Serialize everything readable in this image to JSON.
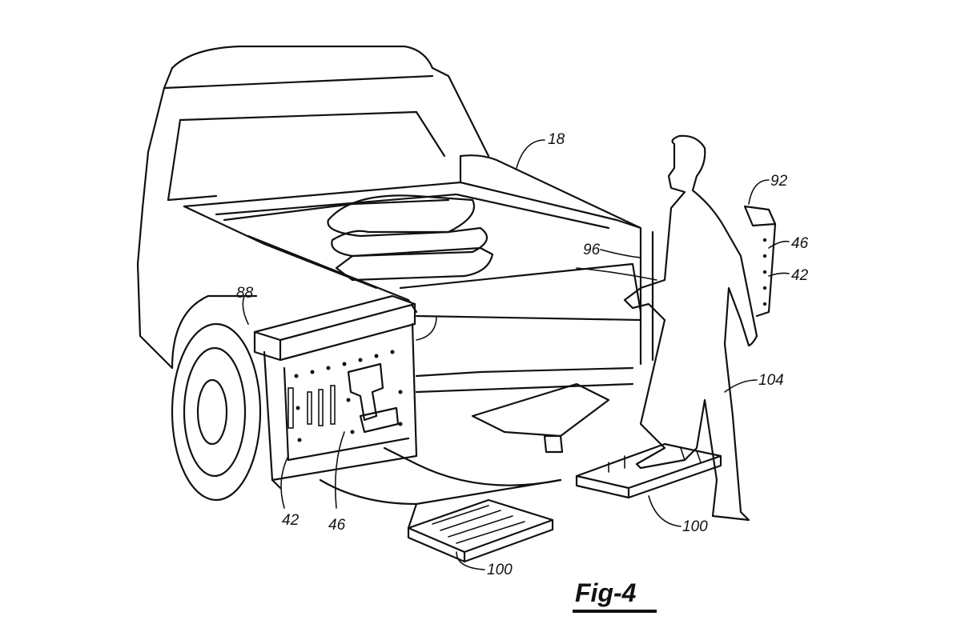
{
  "figure": {
    "title": "Fig-4",
    "subject": "pickup truck bed with swing-out storage panels and deployable steps"
  },
  "reference_labels": [
    {
      "id": "18",
      "text": "18",
      "refers_to": "truck bed side wall"
    },
    {
      "id": "96",
      "text": "96",
      "refers_to": "hinge"
    },
    {
      "id": "92",
      "text": "92",
      "refers_to": "right storage panel top"
    },
    {
      "id": "46r",
      "text": "46",
      "refers_to": "pegboard (right)"
    },
    {
      "id": "42r",
      "text": "42",
      "refers_to": "panel (right)"
    },
    {
      "id": "88",
      "text": "88",
      "refers_to": "left storage panel top"
    },
    {
      "id": "104",
      "text": "104",
      "refers_to": "person"
    },
    {
      "id": "42l",
      "text": "42",
      "refers_to": "panel (left)"
    },
    {
      "id": "46l",
      "text": "46",
      "refers_to": "pegboard (left)"
    },
    {
      "id": "100r",
      "text": "100",
      "refers_to": "step (right)"
    },
    {
      "id": "100l",
      "text": "100",
      "refers_to": "step (left)"
    }
  ]
}
